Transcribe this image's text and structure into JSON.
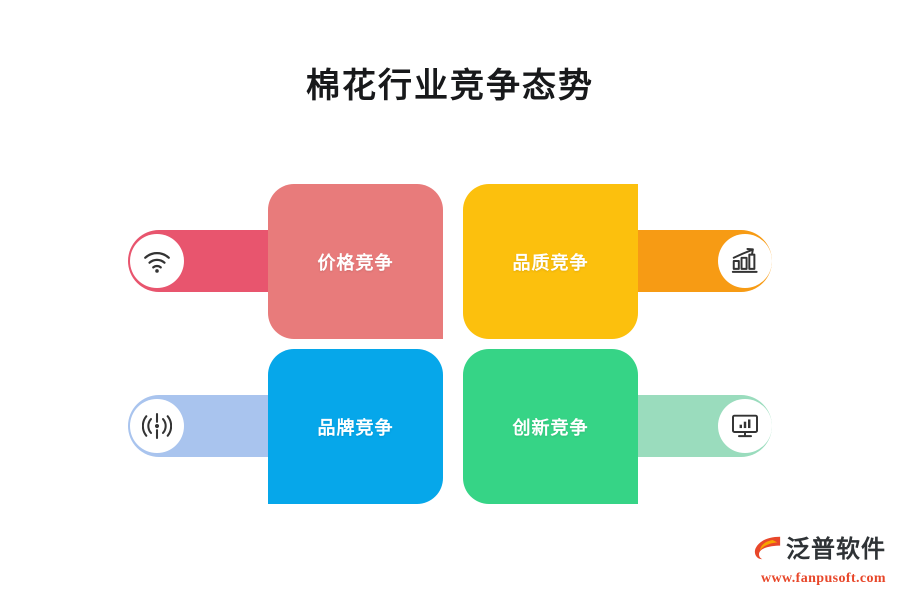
{
  "title": "棉花行业竞争态势",
  "colors": {
    "background": "#ffffff",
    "title": "#18191b",
    "card_pink": "#e87b7b",
    "card_yellow": "#fcc00d",
    "card_blue": "#06a7ea",
    "card_green": "#36d486",
    "bar_pink": "#e8556e",
    "bar_orange": "#f79b14",
    "bar_lightblue": "#a9c4ee",
    "bar_lightgreen": "#9adcbd",
    "icon_stroke": "#333333",
    "watermark_text": "#2f3336",
    "watermark_url": "#e8472a"
  },
  "quadrants": [
    {
      "id": "price-competition",
      "label": "价格竞争",
      "position": "top-left",
      "card_color": "#e87b7b",
      "bar_color": "#e8556e",
      "bar_side": "left",
      "icon": "wifi-icon"
    },
    {
      "id": "quality-competition",
      "label": "品质竞争",
      "position": "top-right",
      "card_color": "#fcc00d",
      "bar_color": "#f79b14",
      "bar_side": "right",
      "icon": "bar-chart-growth-icon"
    },
    {
      "id": "brand-competition",
      "label": "品牌竞争",
      "position": "bottom-left",
      "card_color": "#06a7ea",
      "bar_color": "#a9c4ee",
      "bar_side": "left",
      "icon": "broadcast-signal-icon"
    },
    {
      "id": "innovation-competition",
      "label": "创新竞争",
      "position": "bottom-right",
      "card_color": "#36d486",
      "bar_color": "#9adcbd",
      "bar_side": "right",
      "icon": "monitor-chart-icon"
    }
  ],
  "watermark": {
    "brand": "泛普软件",
    "url": "www.fanpusoft.com",
    "logo_icon": "fanpu-swirl-logo-icon"
  }
}
